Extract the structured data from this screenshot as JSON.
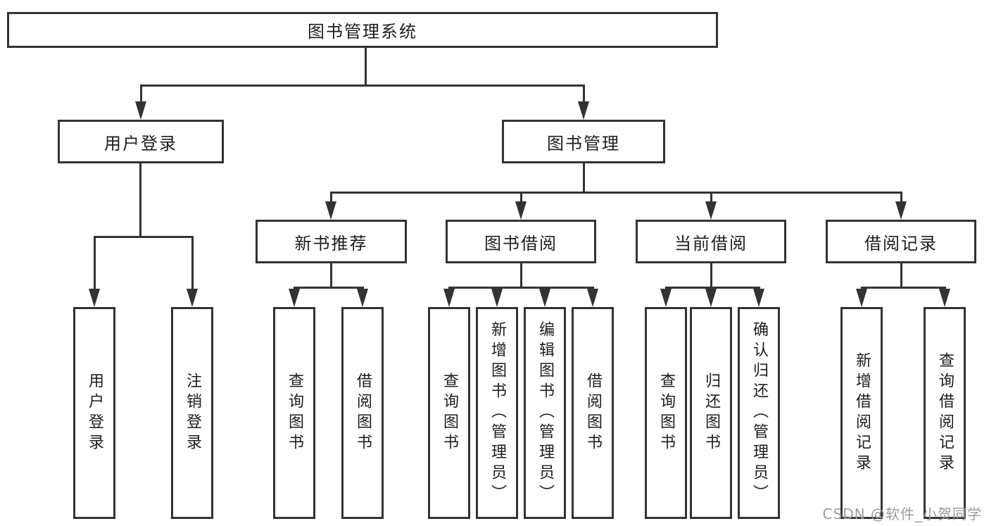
{
  "tree": {
    "root": {
      "label": "图书管理系统"
    },
    "level2": [
      {
        "label": "用户登录"
      },
      {
        "label": "图书管理"
      }
    ],
    "level3": [
      {
        "label": "新书推荐"
      },
      {
        "label": "图书借阅"
      },
      {
        "label": "当前借阅"
      },
      {
        "label": "借阅记录"
      }
    ],
    "leaves": {
      "user_login": [
        {
          "label": "用户登录"
        },
        {
          "label": "注销登录"
        }
      ],
      "new_books": [
        {
          "label": "查询图书"
        },
        {
          "label": "借阅图书"
        }
      ],
      "book_borrow": [
        {
          "label": "查询图书"
        },
        {
          "label": "新增图书（管理员）"
        },
        {
          "label": "编辑图书（管理员）"
        },
        {
          "label": "借阅图书"
        }
      ],
      "current_borrow": [
        {
          "label": "查询图书"
        },
        {
          "label": "归还图书"
        },
        {
          "label": "确认归还（管理员）"
        }
      ],
      "borrow_records": [
        {
          "label": "新增借阅记录"
        },
        {
          "label": "查询借阅记录"
        }
      ]
    }
  },
  "watermark": "CSDN @软件_小贺同学",
  "colors": {
    "line": "#333333",
    "text": "#1d1d1f",
    "background": "#ffffff",
    "watermark": "#9b9b9e"
  }
}
